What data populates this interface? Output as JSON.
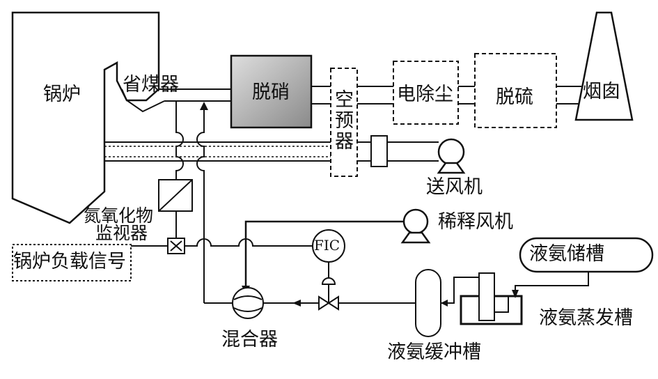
{
  "labels": {
    "boiler": "锅炉",
    "economizer": "省煤器",
    "scr": "脱硝",
    "air_preheater": [
      "空",
      "预",
      "器"
    ],
    "esp": "电除尘",
    "fgd": "脱硫",
    "chimney": "烟囱",
    "forced_draft_fan": "送风机",
    "nox_monitor_line1": "氮氧化物",
    "nox_monitor_line2": "监视器",
    "dilution_fan": "稀释风机",
    "fic": "FIC",
    "boiler_load_signal": "锅炉负载信号",
    "ammonia_storage_tank": "液氨储槽",
    "ammonia_evaporator": "液氨蒸发槽",
    "mixer": "混合器",
    "ammonia_buffer_tank": "液氨缓冲槽"
  },
  "colors": {
    "line": "#111111",
    "scr_fill_light": "#d4d4d4",
    "scr_fill_dark": "#8c8c8c"
  }
}
